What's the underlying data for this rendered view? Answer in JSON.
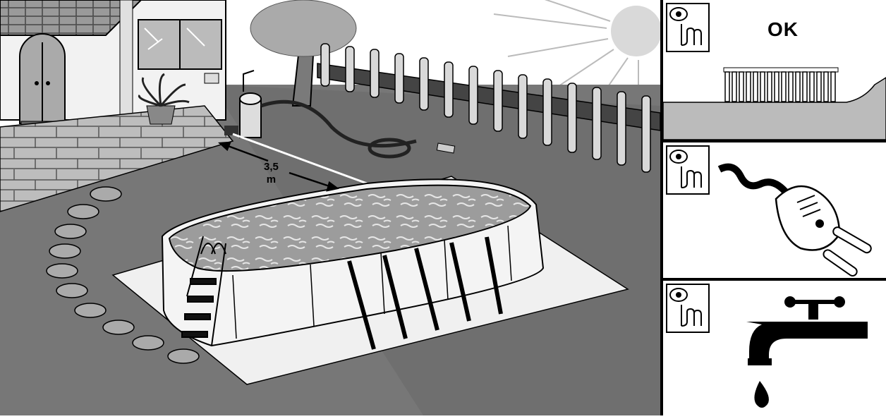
{
  "scene": {
    "distance_value": "3,5",
    "distance_unit": "m"
  },
  "panels": [
    {
      "icon": "eye-hand-icon",
      "label": "OK",
      "illustration": "fence-on-level-ground-icon"
    },
    {
      "icon": "eye-hand-icon",
      "label": "",
      "illustration": "electric-plug-icon"
    },
    {
      "icon": "eye-hand-icon",
      "label": "",
      "illustration": "water-tap-icon"
    }
  ],
  "colors": {
    "ground": "#8a8a8a",
    "lawn": "#6e6e6e",
    "line": "#000000",
    "paper": "#ffffff"
  }
}
